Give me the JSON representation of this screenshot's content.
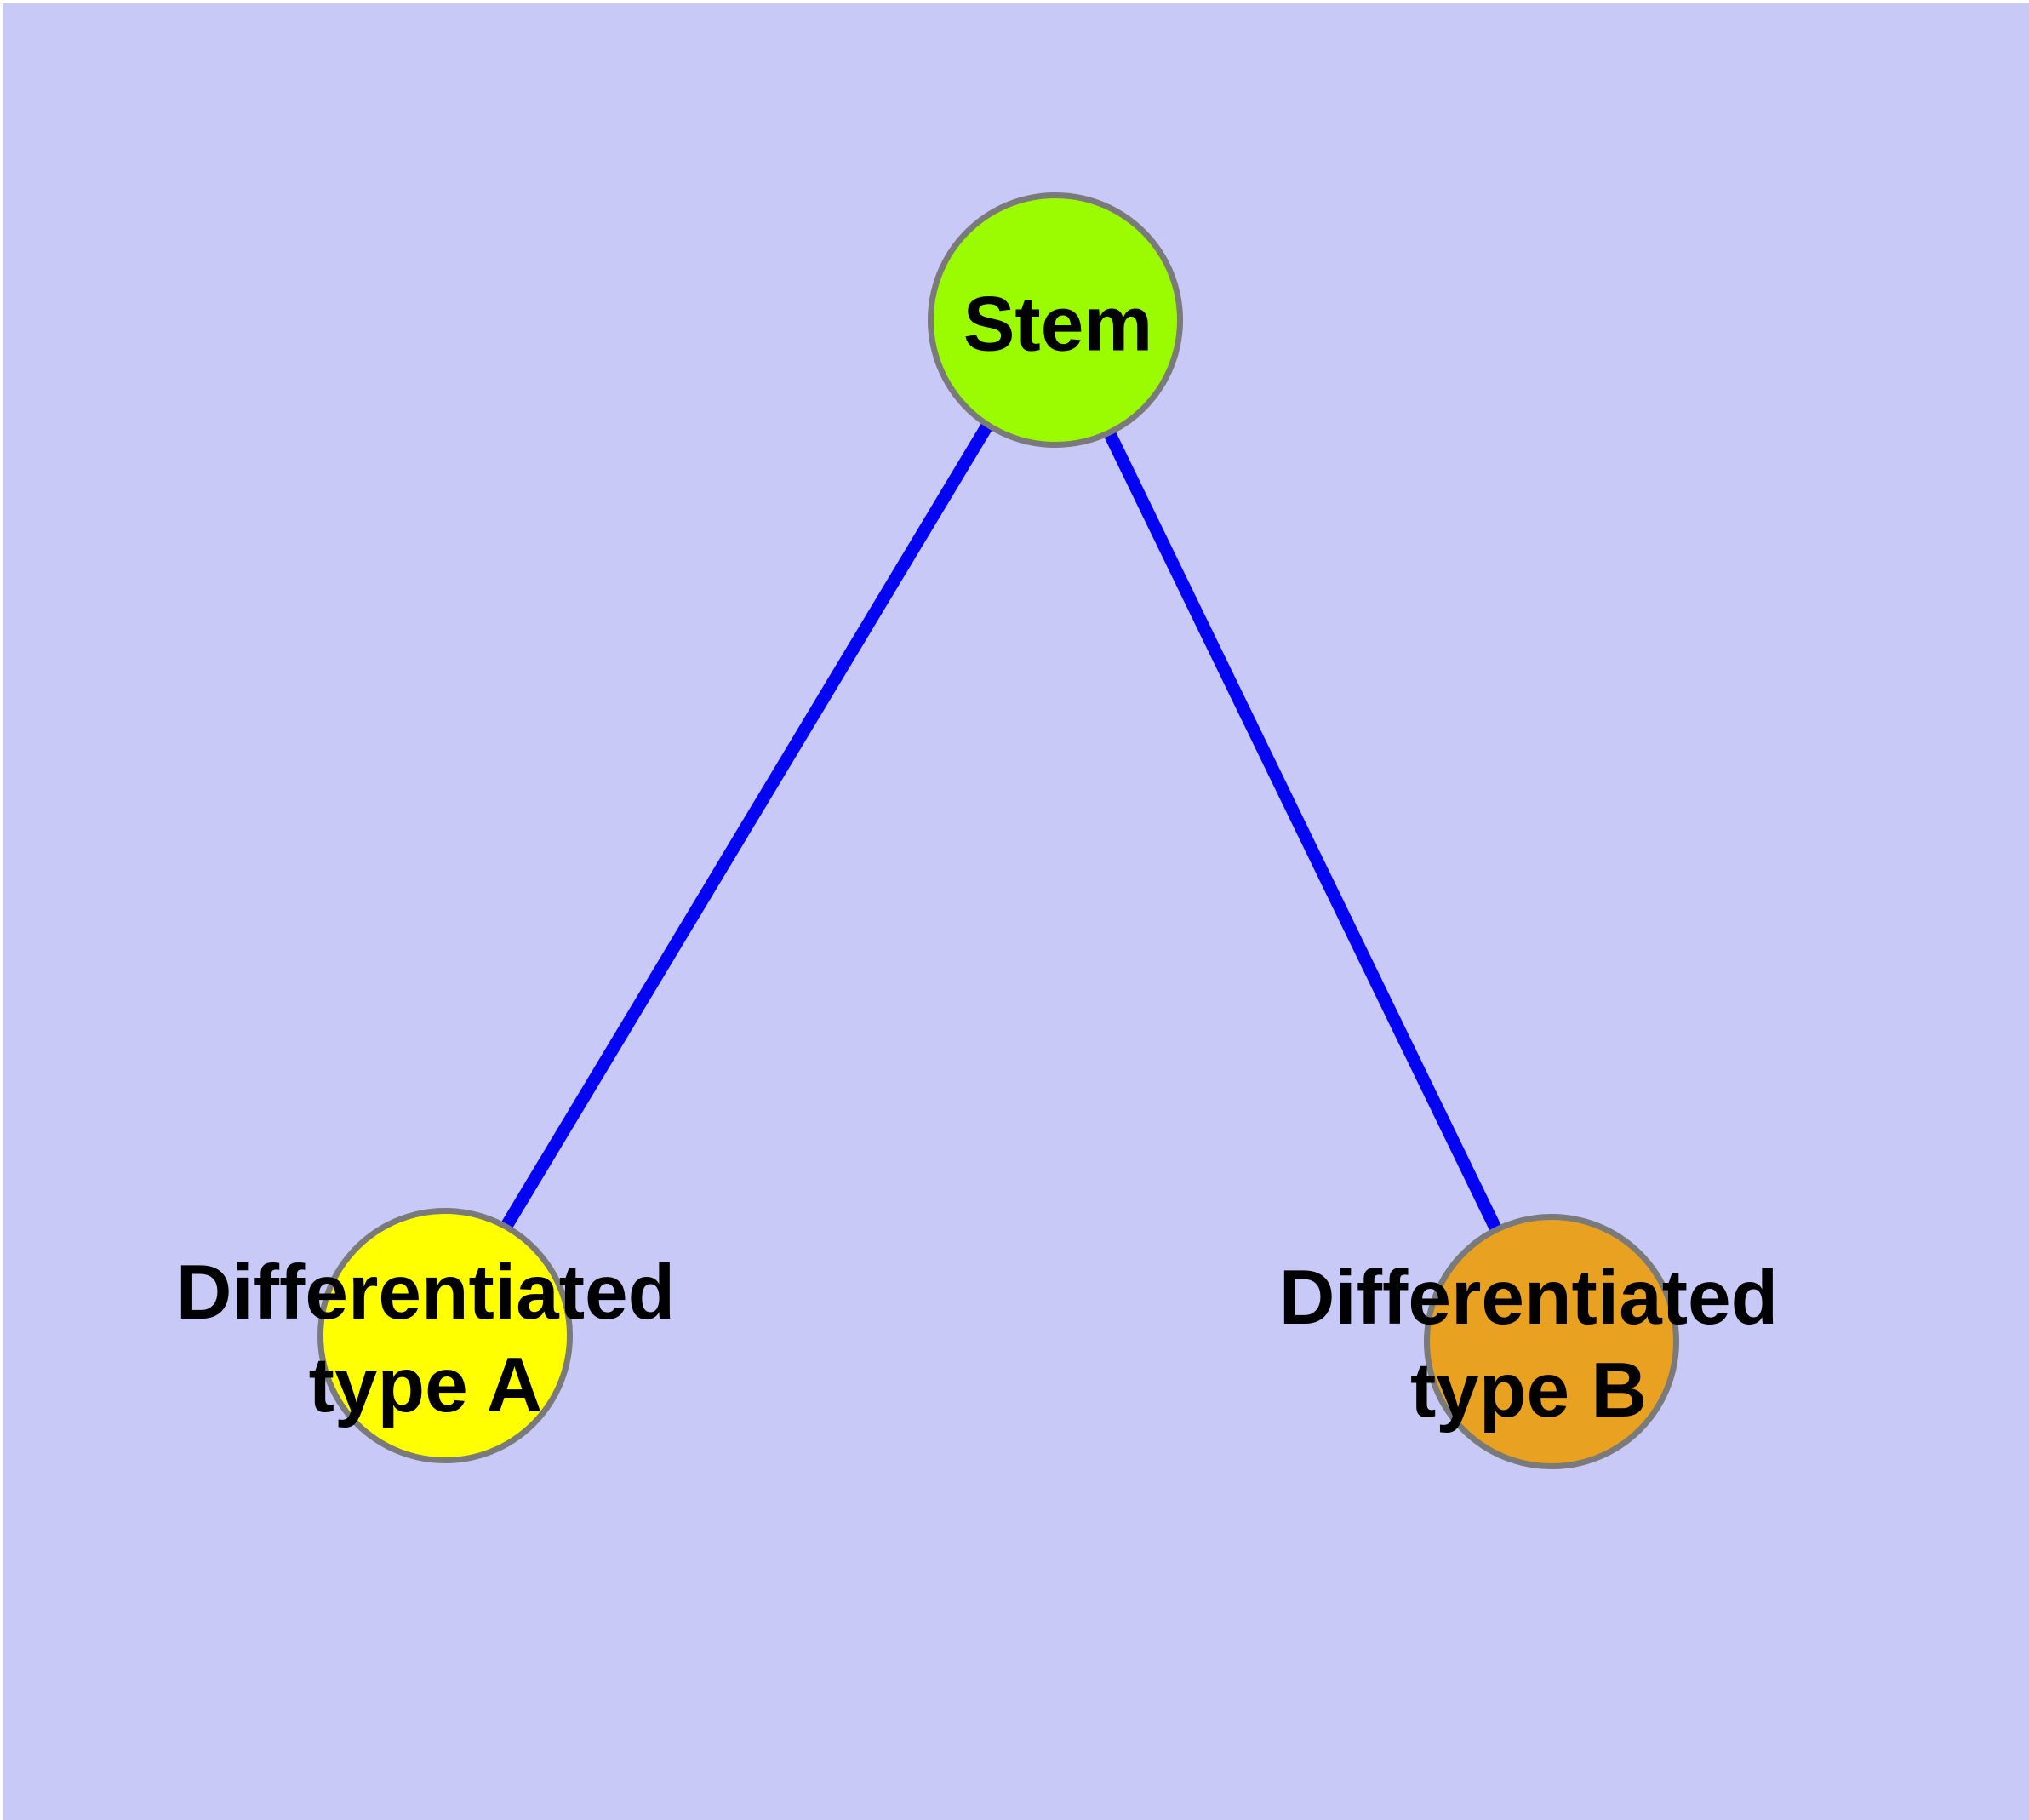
{
  "colors": {
    "page_bg": "#FFFFFF",
    "canvas_bg": "#C9C9F7",
    "edge": "#0404F2",
    "node_border": "#7A7A7A",
    "label_text": "#000000"
  },
  "nodes": [
    {
      "id": "stem",
      "label": "Stem",
      "fill": "#9BFB00"
    },
    {
      "id": "type-a",
      "label": "Differentiated\ntype A",
      "fill": "#FFFF00"
    },
    {
      "id": "type-b",
      "label": "Differentiated\ntype B",
      "fill": "#E8A120"
    }
  ],
  "edges": [
    {
      "from": "stem",
      "to": "type-a"
    },
    {
      "from": "stem",
      "to": "type-b"
    }
  ]
}
